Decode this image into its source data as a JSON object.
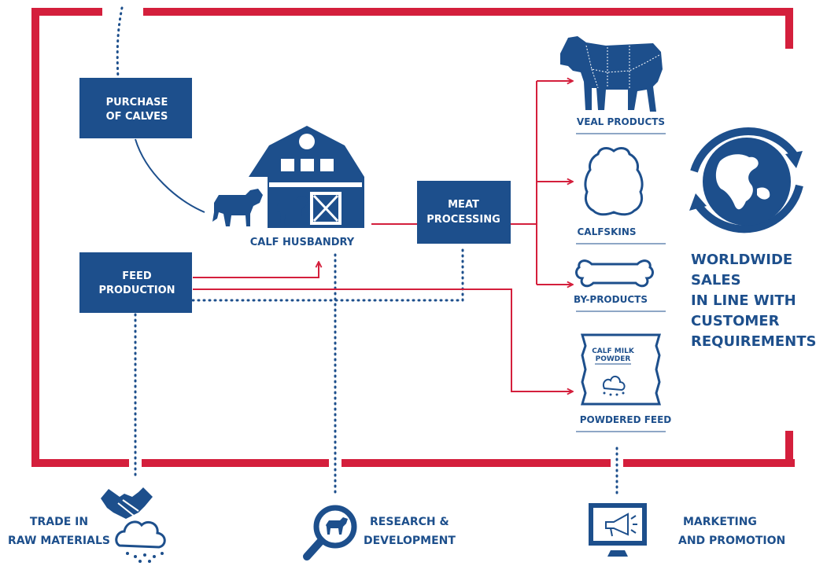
{
  "colors": {
    "navy": "#1d4f8c",
    "red": "#d41f3c",
    "white": "#ffffff"
  },
  "boxes": {
    "purchase": [
      "PURCHASE",
      "OF CALVES"
    ],
    "feed": [
      "FEED",
      "PRODUCTION"
    ],
    "meat": [
      "MEAT",
      "PROCESSING"
    ]
  },
  "nodes": {
    "calf_husbandry": "CALF HUSBANDRY",
    "veal_products": "VEAL PRODUCTS",
    "calfskins": "CALFSKINS",
    "by_products": "BY-PRODUCTS",
    "powdered_feed": "POWDERED FEED",
    "bag_label": [
      "CALF MILK",
      "POWDER"
    ]
  },
  "worldwide": [
    "WORLDWIDE",
    "SALES",
    "IN LINE WITH",
    "CUSTOMER",
    "REQUIREMENTS"
  ],
  "bottom": {
    "trade": [
      "TRADE IN",
      "RAW MATERIALS"
    ],
    "research": [
      "RESEARCH &",
      "DEVELOPMENT"
    ],
    "marketing": [
      "MARKETING",
      "AND PROMOTION"
    ]
  },
  "icons": [
    "cow-icon",
    "barn-icon",
    "hide-icon",
    "bone-icon",
    "feed-bag-icon",
    "globe-cycle-icon",
    "handshake-icon",
    "magnifier-icon",
    "monitor-megaphone-icon"
  ]
}
